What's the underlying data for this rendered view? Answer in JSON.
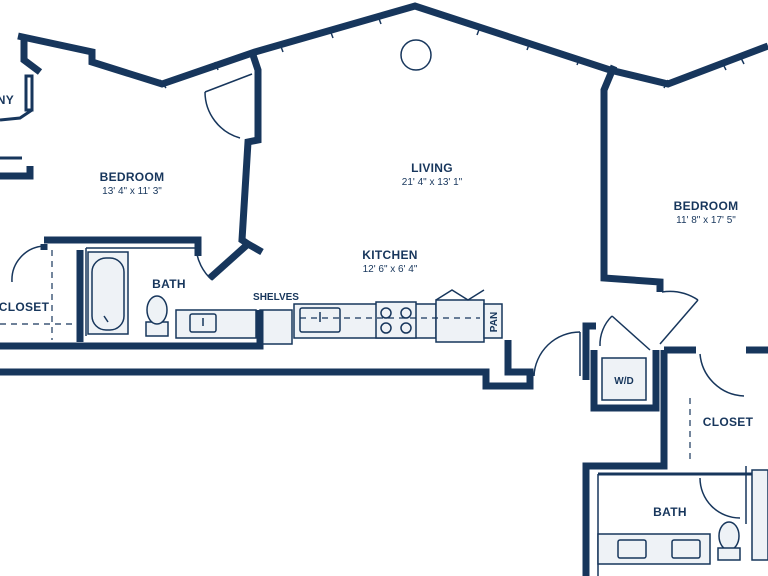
{
  "plan": {
    "balcony_label": "ONY",
    "bedroom_left": {
      "name": "BEDROOM",
      "size": "13' 4\" x 11' 3\""
    },
    "living": {
      "name": "LIVING",
      "size": "21' 4\" x 13' 1\""
    },
    "kitchen": {
      "name": "KITCHEN",
      "size": "12' 6\" x 6' 4\""
    },
    "bedroom_right": {
      "name": "BEDROOM",
      "size": "11' 8\" x 17' 5\""
    },
    "bath_left": "BATH",
    "closet_left": "CLOSET",
    "shelves": "SHELVES",
    "pantry": "PAN",
    "washer_dryer": "W/D",
    "closet_right": "CLOSET",
    "bath_right": "BATH"
  },
  "colors": {
    "ink": "#17365c",
    "fixture": "#eef2f6",
    "background": "#ffffff"
  }
}
